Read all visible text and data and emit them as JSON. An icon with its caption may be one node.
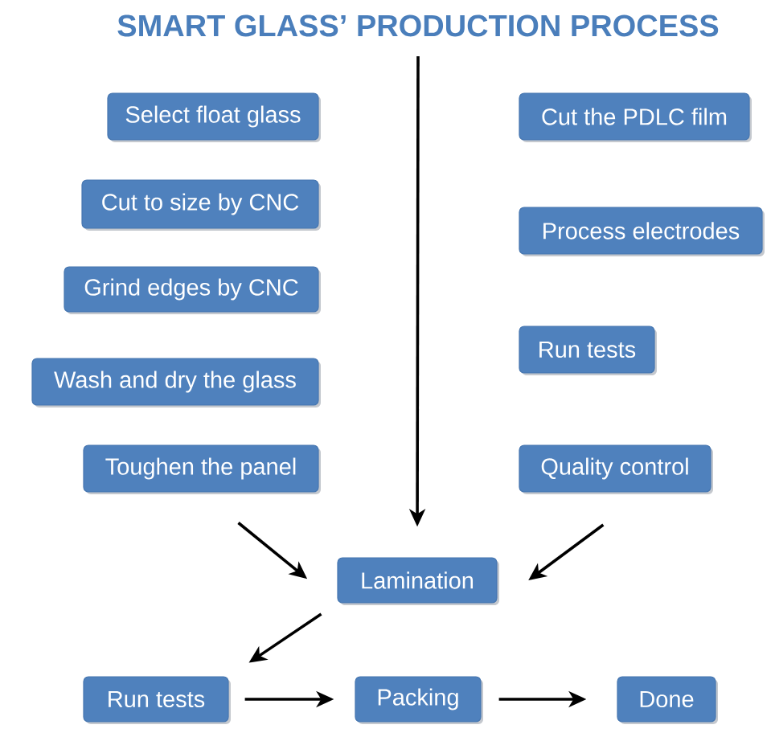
{
  "diagram": {
    "title": "SMART GLASS’ PRODUCTION PROCESS",
    "nodes": [
      {
        "text": [
          "Select float glass"
        ]
      },
      {
        "text": [
          "Cut to size by CNC"
        ]
      },
      {
        "text": [
          "Grind edges by CNC"
        ]
      },
      {
        "text": [
          "Wash and dry the glass"
        ]
      },
      {
        "text": [
          "Toughen the panel"
        ]
      },
      {
        "text": [
          "Cut the PDLC film"
        ]
      },
      {
        "text": [
          "Process electrodes"
        ]
      },
      {
        "text": [
          "Run tests"
        ]
      },
      {
        "text": [
          "Quality control"
        ]
      },
      {
        "text": [
          "Lamination"
        ]
      },
      {
        "text": [
          "Run tests"
        ]
      },
      {
        "text": [
          "Packing"
        ]
      },
      {
        "text": [
          "Done"
        ]
      }
    ],
    "edges": [
      {
        "from": null,
        "to": 9,
        "arrow": "to"
      },
      {
        "from": 4,
        "to": 9,
        "arrow": "to"
      },
      {
        "from": 8,
        "to": 9,
        "arrow": "to"
      },
      {
        "from": 9,
        "to": 10,
        "arrow": "to"
      },
      {
        "from": 10,
        "to": 11,
        "arrow": "to"
      },
      {
        "from": 11,
        "to": 12,
        "arrow": "to"
      }
    ]
  }
}
